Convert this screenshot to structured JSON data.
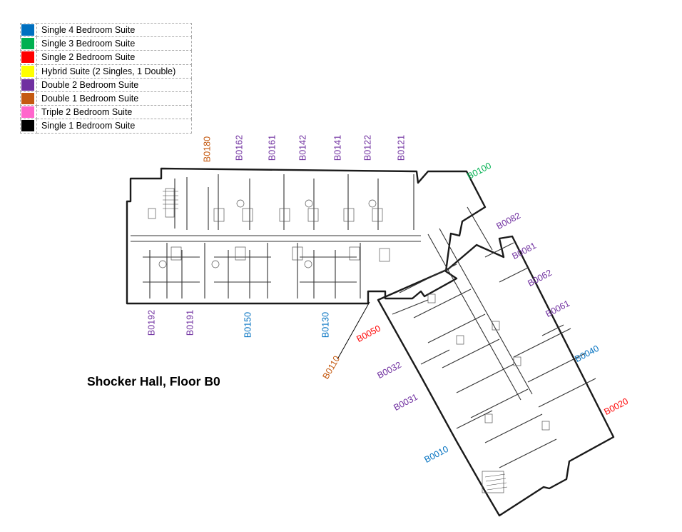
{
  "legend": [
    {
      "label": "Single 4 Bedroom Suite",
      "color": "#0070C0"
    },
    {
      "label": "Single 3 Bedroom Suite",
      "color": "#00B050"
    },
    {
      "label": "Single 2 Bedroom Suite",
      "color": "#FF0000"
    },
    {
      "label": "Hybrid Suite (2 Singles, 1 Double)",
      "color": "#FFFF00"
    },
    {
      "label": "Double 2 Bedroom Suite",
      "color": "#7030A0"
    },
    {
      "label": "Double 1 Bedroom Suite",
      "color": "#C55A11"
    },
    {
      "label": "Triple 2 Bedroom Suite",
      "color": "#FF66CC"
    },
    {
      "label": "Single 1 Bedroom Suite",
      "color": "#000000"
    }
  ],
  "title": "Shocker Hall, Floor B0",
  "rooms": [
    {
      "id": "B0180",
      "type": "Double 1 Bedroom Suite",
      "color": "#C55A11"
    },
    {
      "id": "B0162",
      "type": "Double 2 Bedroom Suite",
      "color": "#7030A0"
    },
    {
      "id": "B0161",
      "type": "Double 2 Bedroom Suite",
      "color": "#7030A0"
    },
    {
      "id": "B0142",
      "type": "Double 2 Bedroom Suite",
      "color": "#7030A0"
    },
    {
      "id": "B0141",
      "type": "Double 2 Bedroom Suite",
      "color": "#7030A0"
    },
    {
      "id": "B0122",
      "type": "Double 2 Bedroom Suite",
      "color": "#7030A0"
    },
    {
      "id": "B0121",
      "type": "Double 2 Bedroom Suite",
      "color": "#7030A0"
    },
    {
      "id": "B0100",
      "type": "Single 3 Bedroom Suite",
      "color": "#00B050"
    },
    {
      "id": "B0082",
      "type": "Double 2 Bedroom Suite",
      "color": "#7030A0"
    },
    {
      "id": "B0081",
      "type": "Double 2 Bedroom Suite",
      "color": "#7030A0"
    },
    {
      "id": "B0062",
      "type": "Double 2 Bedroom Suite",
      "color": "#7030A0"
    },
    {
      "id": "B0061",
      "type": "Double 2 Bedroom Suite",
      "color": "#7030A0"
    },
    {
      "id": "B0040",
      "type": "Single 4 Bedroom Suite",
      "color": "#0070C0"
    },
    {
      "id": "B0020",
      "type": "Single 2 Bedroom Suite",
      "color": "#FF0000"
    },
    {
      "id": "B0192",
      "type": "Double 2 Bedroom Suite",
      "color": "#7030A0"
    },
    {
      "id": "B0191",
      "type": "Double 2 Bedroom Suite",
      "color": "#7030A0"
    },
    {
      "id": "B0150",
      "type": "Single 4 Bedroom Suite",
      "color": "#0070C0"
    },
    {
      "id": "B0130",
      "type": "Single 4 Bedroom Suite",
      "color": "#0070C0"
    },
    {
      "id": "B0050",
      "type": "Single 2 Bedroom Suite",
      "color": "#FF0000"
    },
    {
      "id": "B0110",
      "type": "Double 1 Bedroom Suite",
      "color": "#C55A11"
    },
    {
      "id": "B0032",
      "type": "Double 2 Bedroom Suite",
      "color": "#7030A0"
    },
    {
      "id": "B0031",
      "type": "Double 2 Bedroom Suite",
      "color": "#7030A0"
    },
    {
      "id": "B0010",
      "type": "Single 4 Bedroom Suite",
      "color": "#0070C0"
    }
  ]
}
